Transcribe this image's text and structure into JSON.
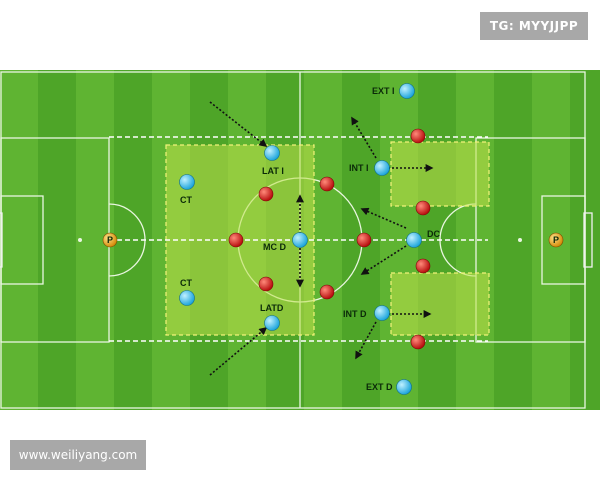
{
  "tag": "TG: MYYJJPP",
  "watermark": "www.weiliyang.com",
  "colors": {
    "grass_light": "#5fb432",
    "grass_dark": "#4ea528",
    "zone_fill": "#bde04a",
    "team_blue": "#3fc3ee",
    "team_red": "#d71e1e",
    "goalkeeper": "#e8a81f"
  },
  "goalkeepers": [
    {
      "label": "P",
      "side": "left"
    },
    {
      "label": "P",
      "side": "right"
    }
  ],
  "players": {
    "blue": [
      {
        "id": "ext-i",
        "label": "EXT I"
      },
      {
        "id": "lat-i",
        "label": "LAT I"
      },
      {
        "id": "int-i",
        "label": "INT I"
      },
      {
        "id": "ct-top",
        "label": "CT"
      },
      {
        "id": "mc-d",
        "label": "MC D"
      },
      {
        "id": "dc",
        "label": "DC"
      },
      {
        "id": "ct-bottom",
        "label": "CT"
      },
      {
        "id": "latd",
        "label": "LATD"
      },
      {
        "id": "int-d",
        "label": "INT D"
      },
      {
        "id": "ext-d",
        "label": "EXT D"
      }
    ]
  }
}
